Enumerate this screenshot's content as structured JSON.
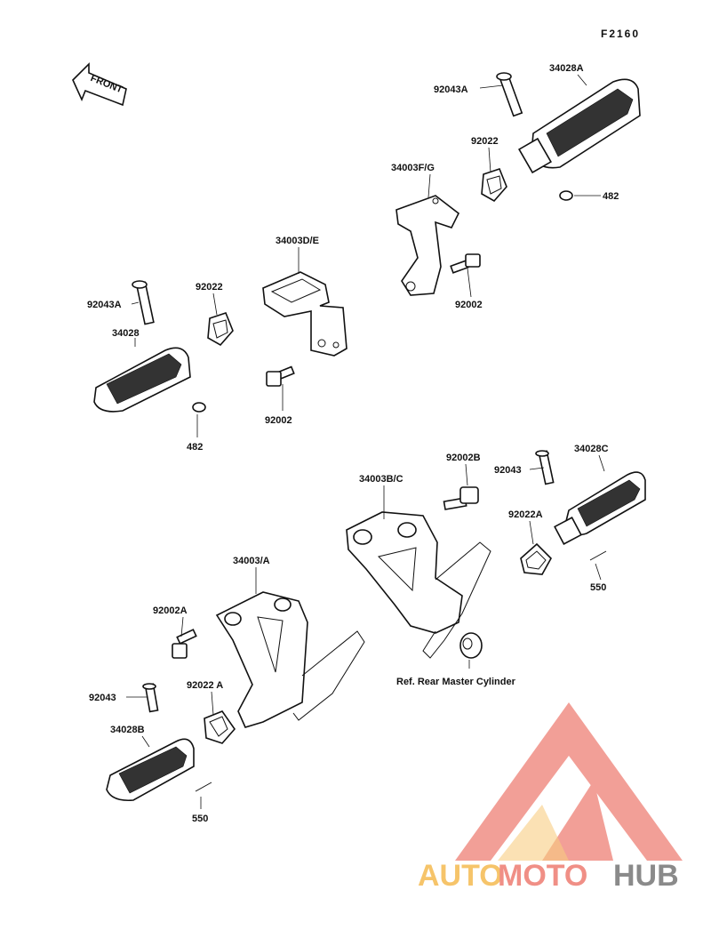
{
  "figure_code": "F2160",
  "front_label": "FRONT",
  "labels": {
    "l_92043A_top": "92043A",
    "l_34028A": "34028A",
    "l_92022_top": "92022",
    "l_34003FG": "34003F/G",
    "l_482_top": "482",
    "l_34003DE": "34003D/E",
    "l_92022_mid": "92022",
    "l_92043A_left": "92043A",
    "l_34028": "34028",
    "l_92002_right": "92002",
    "l_92002_mid": "92002",
    "l_482_left": "482",
    "l_92002B": "92002B",
    "l_34003BC": "34003B/C",
    "l_92043_right": "92043",
    "l_34028C": "34028C",
    "l_92022A_right": "92022A",
    "l_550_right": "550",
    "l_34003A": "34003/A",
    "l_92002A": "92002A",
    "l_ref": "Ref. Rear Master Cylinder",
    "l_92043_left": "92043",
    "l_92022A_left": "92022 A",
    "l_34028B": "34028B",
    "l_550_left": "550"
  },
  "watermark": {
    "part1": "AUTO",
    "part2": "MOTO",
    "part3": "HUB"
  },
  "colors": {
    "wm_orange": "#f6c46a",
    "wm_red": "#f08f86",
    "wm_gray": "#8a8a8a",
    "ink": "#111111"
  }
}
